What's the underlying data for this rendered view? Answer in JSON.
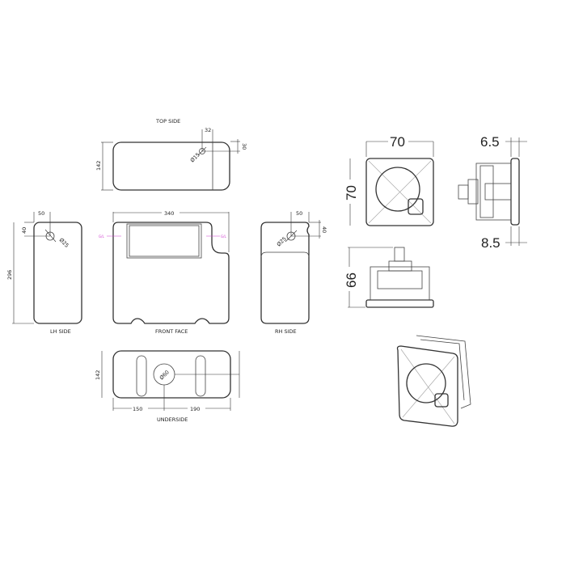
{
  "views": {
    "top_side": {
      "label": "TOP SIDE",
      "depth": "142",
      "offset_x": "32",
      "offset_y": "30",
      "hole": "Ø15"
    },
    "lh_side": {
      "label": "LH SIDE",
      "height": "296",
      "offset_x": "50",
      "offset_y": "40",
      "hole": "Ø25"
    },
    "front_face": {
      "label": "FRONT FACE",
      "width": "340",
      "gl_left": "G/L",
      "gl_right": "G/L"
    },
    "rh_side": {
      "label": "RH SIDE",
      "offset_x": "50",
      "offset_y": "40",
      "hole": "Ø25"
    },
    "underside": {
      "label": "UNDERSIDE",
      "depth": "142",
      "dim_left": "150",
      "dim_right": "190",
      "hole": "Ø60"
    }
  },
  "flush_plate": {
    "width": "70",
    "height": "70",
    "plate_thickness_top": "6.5",
    "plate_thickness_bottom": "8.5",
    "depth": "66"
  },
  "colors": {
    "line": "#333333",
    "gl_marker": "#d040d0"
  }
}
